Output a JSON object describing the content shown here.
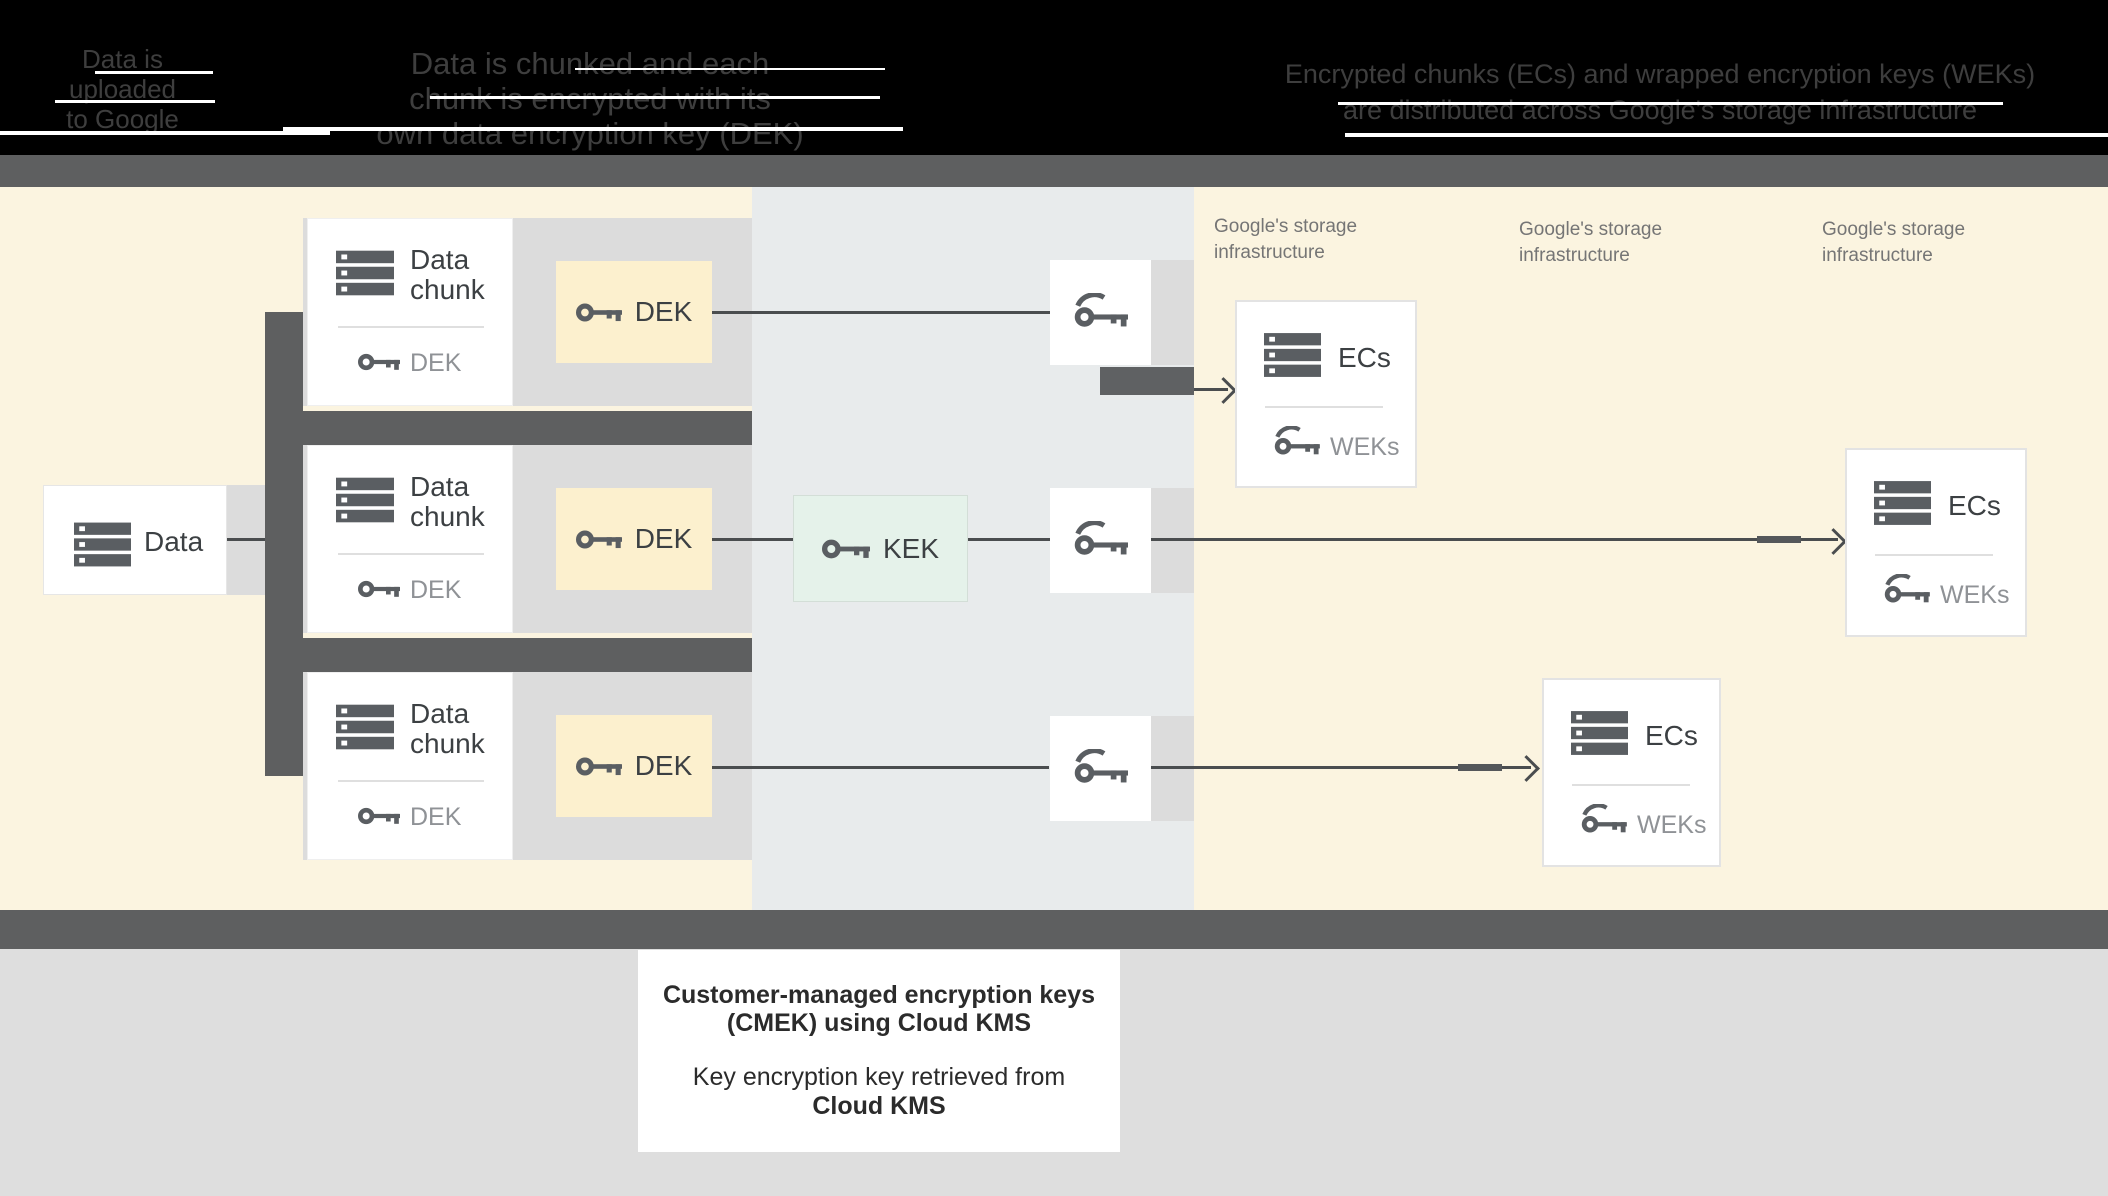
{
  "header_steps": {
    "step1": {
      "l1": "Data is",
      "l2": "uploaded",
      "l3": "to Google"
    },
    "step2": {
      "l1": "Data is chunked and each",
      "l2": "chunk is encrypted with its",
      "l3": "own data encryption key (DEK)"
    },
    "step3": {
      "l1": "Encrypted chunks (ECs) and wrapped encryption keys (WEKs)",
      "l2": "are distributed across Google's storage infrastructure"
    }
  },
  "flow": {
    "data_box": {
      "label": "Data",
      "icon": "storage-stack-icon"
    },
    "chunk_rows": [
      {
        "title_line1": "Data",
        "title_line2": "chunk",
        "inner_key_label": "DEK",
        "dek_card_label": "DEK",
        "icon": "storage-stack-icon",
        "key_icon": "key-icon"
      },
      {
        "title_line1": "Data",
        "title_line2": "chunk",
        "inner_key_label": "DEK",
        "dek_card_label": "DEK",
        "icon": "storage-stack-icon",
        "key_icon": "key-icon"
      },
      {
        "title_line1": "Data",
        "title_line2": "chunk",
        "inner_key_label": "DEK",
        "dek_card_label": "DEK",
        "icon": "storage-stack-icon",
        "key_icon": "key-icon"
      }
    ],
    "kek_box": {
      "label": "KEK",
      "icon": "key-icon"
    },
    "kms_key_nodes": [
      {
        "icon": "wrapped-key-icon"
      },
      {
        "icon": "wrapped-key-icon"
      },
      {
        "icon": "wrapped-key-icon"
      }
    ],
    "storage_zones": [
      {
        "label_line1": "Google's storage",
        "label_line2": "infrastructure",
        "box_title": "ECs",
        "box_key_label": "WEKs"
      },
      {
        "label_line1": "Google's storage",
        "label_line2": "infrastructure",
        "box_title": "ECs",
        "box_key_label": "WEKs"
      },
      {
        "label_line1": "Google's storage",
        "label_line2": "infrastructure",
        "box_title": "ECs",
        "box_key_label": "WEKs"
      }
    ]
  },
  "caption_box": {
    "bold_line1": "Customer-managed encryption keys",
    "bold_line2": "(CMEK) using Cloud KMS",
    "normal_line": "Key encryption key retrieved from",
    "bold_line3": "Cloud KMS"
  },
  "colors": {
    "background_top": "#000000",
    "band_dark": "#5E5F60",
    "zone_cream": "#FBF4E0",
    "zone_kms_band": "#E8EBEC",
    "row_gray": "#DCDCDC",
    "dek_card_yellow": "#FCF0CE",
    "kek_card_mint": "#E5F2EA",
    "bottom_gray": "#DEDEDE",
    "icon_gray": "#5A5E62",
    "text_dark": "#3C4043",
    "text_muted_gray": "#8F9296",
    "storage_label_gray": "#757575"
  }
}
